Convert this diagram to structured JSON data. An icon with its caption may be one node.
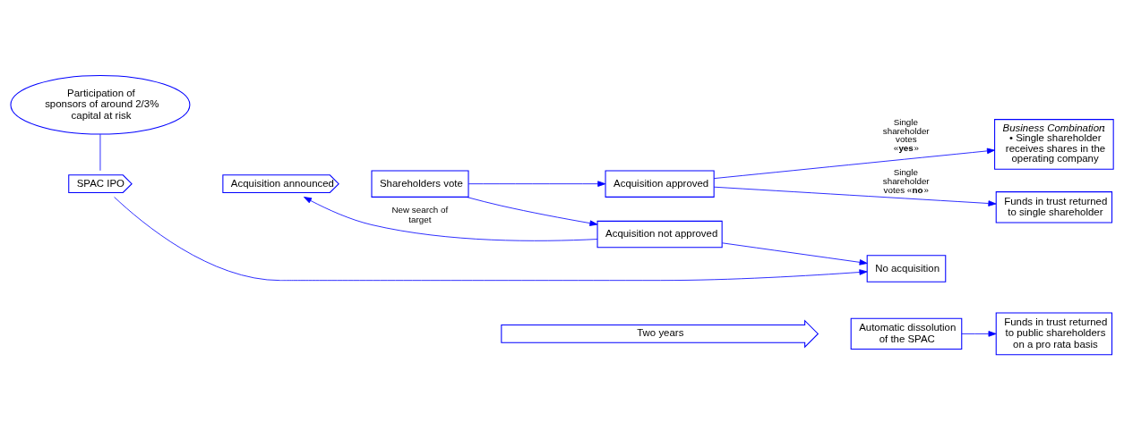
{
  "diagram": {
    "nodes": [
      {
        "text": [
          "Participation of sponsors of around 2/3% capital at risk"
        ]
      },
      {
        "text": [
          "SPAC IPO"
        ]
      },
      {
        "text": [
          "Acquisition announced"
        ]
      },
      {
        "text": [
          "Shareholders vote"
        ]
      },
      {
        "text": [
          "Acquisition approved"
        ]
      },
      {
        "text": [
          "Acquisition not approved"
        ]
      },
      {
        "text": [
          "*Business Combination*:",
          "• Single shareholder receives shares in the operating company"
        ]
      },
      {
        "text": [
          "Funds in trust returned to single shareholder"
        ]
      },
      {
        "text": [
          "No acquisition"
        ]
      },
      {
        "text": [
          "Automatic dissolution of the SPAC"
        ]
      },
      {
        "text": [
          "Funds in trust returned to public shareholders on a pro rata basis"
        ]
      },
      {
        "text": [
          "Two years"
        ]
      }
    ],
    "edges": [
      {
        "from": 0,
        "to": 1,
        "arrow": "none"
      },
      {
        "from": 3,
        "to": 4,
        "arrow": "to"
      },
      {
        "from": 3,
        "to": 5,
        "arrow": "to"
      },
      {
        "from": 4,
        "to": 6,
        "arrow": "to",
        "label": "Single shareholder votes «**yes**»"
      },
      {
        "from": 4,
        "to": 7,
        "arrow": "to",
        "label": "Single shareholder votes «**no**»"
      },
      {
        "from": 5,
        "to": 2,
        "arrow": "to",
        "label": "New search of target"
      },
      {
        "from": 5,
        "to": 8,
        "arrow": "to"
      },
      {
        "from": 1,
        "to": 8,
        "arrow": "to"
      },
      {
        "from": 9,
        "to": 10,
        "arrow": "to"
      }
    ]
  }
}
